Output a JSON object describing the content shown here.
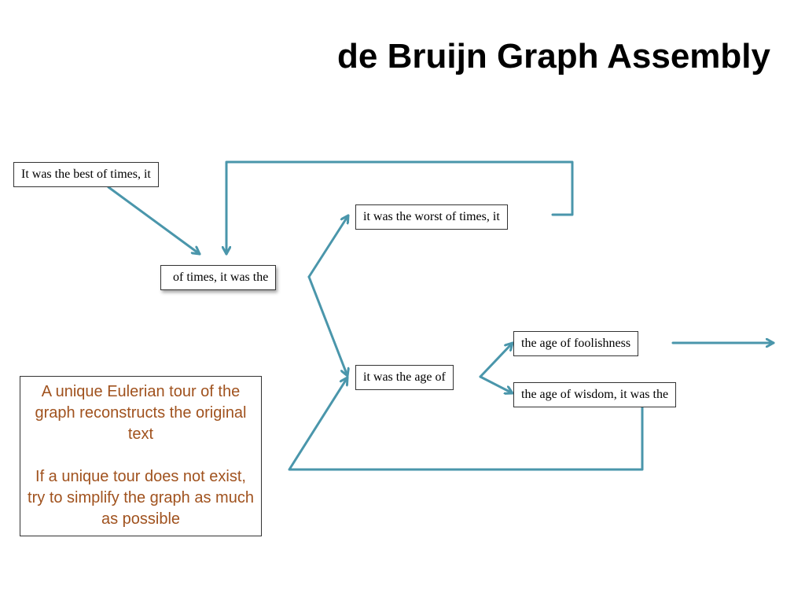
{
  "title": "de Bruijn Graph Assembly",
  "colors": {
    "edge": "#4a96ab",
    "note_text": "#a0521e",
    "node_border": "#333333"
  },
  "nodes": {
    "best_of_times": "It was the best of times, it",
    "of_times_it_was_the": "of times, it was the",
    "worst_of_times": "it was the worst of times, it",
    "age_of": "it was the age of",
    "age_of_foolishness": "the age of foolishness",
    "age_of_wisdom": "the age of wisdom, it was the"
  },
  "note": {
    "paragraph_1": "A unique Eulerian tour of the graph reconstructs the original text",
    "paragraph_2": "If a unique tour does not exist, try to simplify the graph as much as possible"
  }
}
